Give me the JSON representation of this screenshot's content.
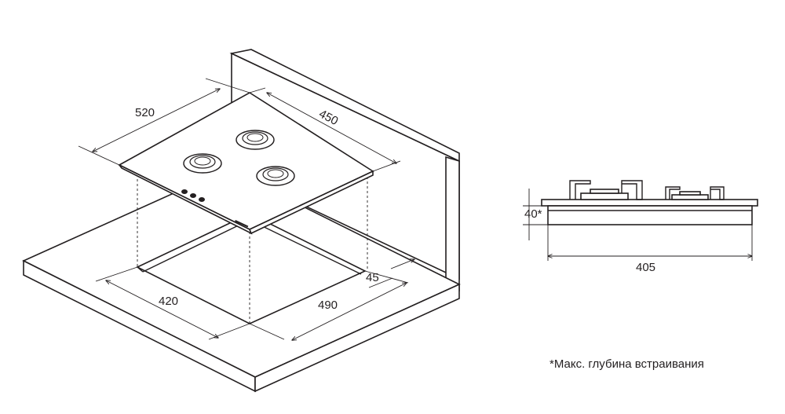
{
  "iso_view": {
    "dims": {
      "d520": "520",
      "d450": "450",
      "d420": "420",
      "d490": "490",
      "d45": "45"
    }
  },
  "side_view": {
    "dims": {
      "d40": "40*",
      "d405": "405"
    }
  },
  "footnote": "*Макс. глубина встраивания"
}
